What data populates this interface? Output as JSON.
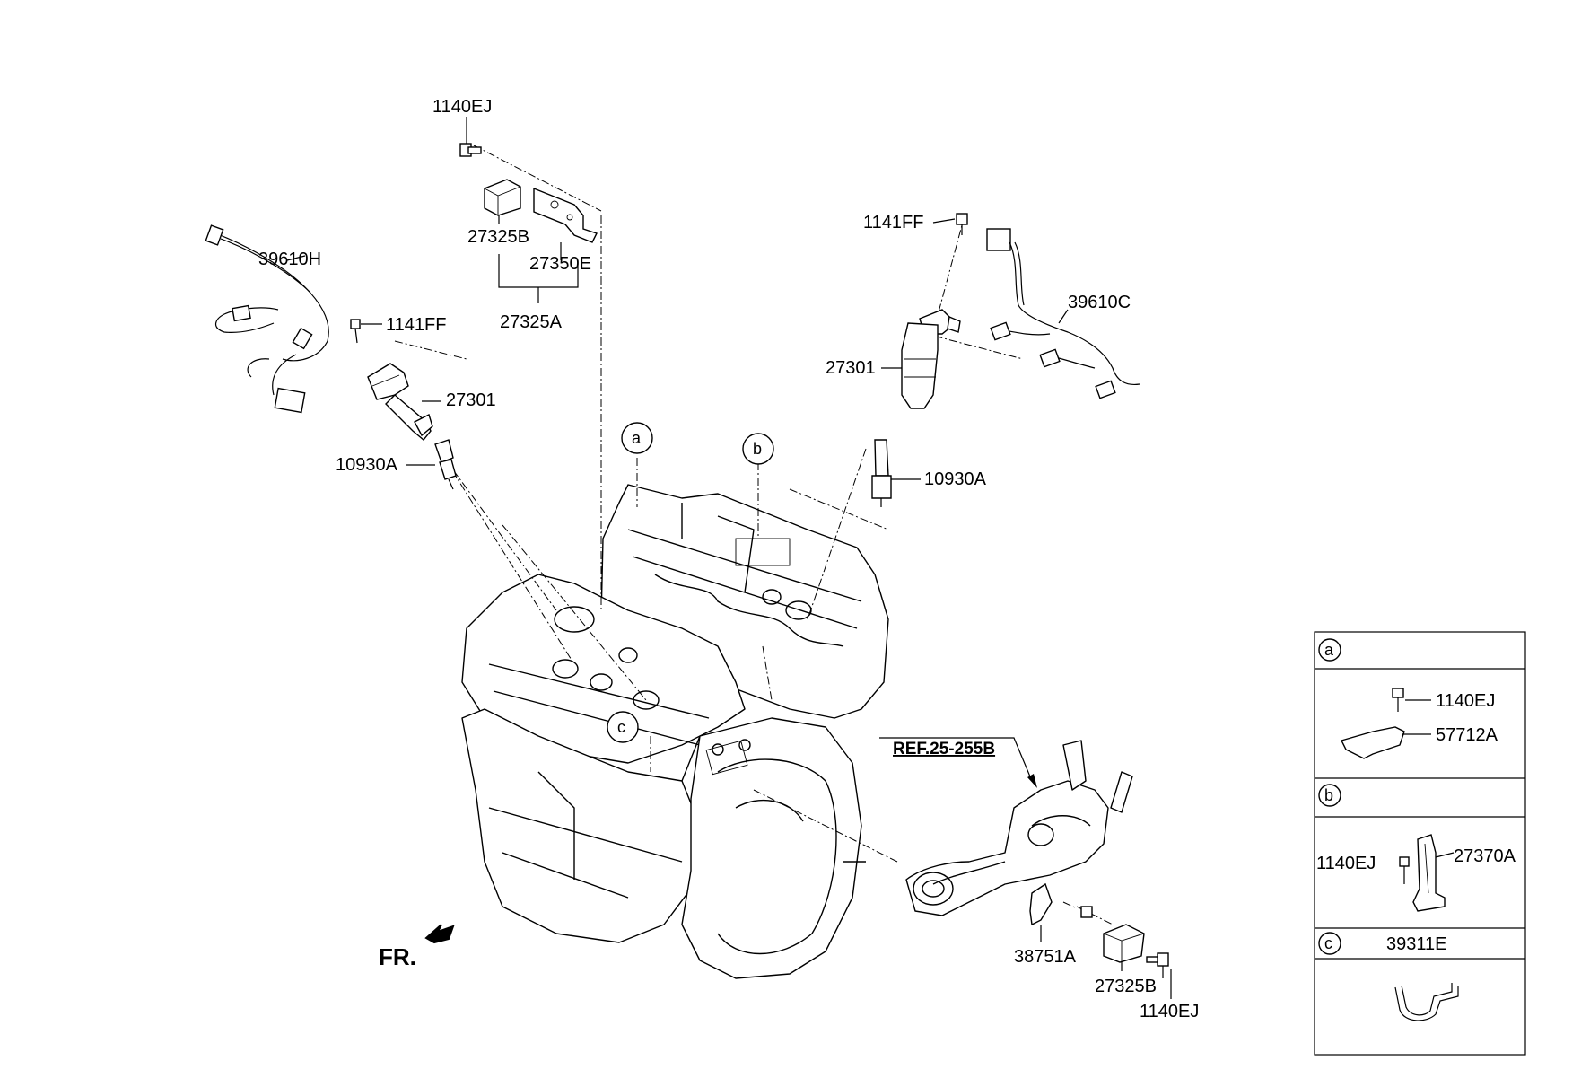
{
  "labels": {
    "top_bolt_1140EJ": "1140EJ",
    "top_27325B": "27325B",
    "top_27350E": "27350E",
    "top_27325A": "27325A",
    "left_39610H": "39610H",
    "left_1141FF": "1141FF",
    "left_27301": "27301",
    "left_10930A": "10930A",
    "right_1141FF": "1141FF",
    "right_39610C": "39610C",
    "right_27301": "27301",
    "right_10930A": "10930A",
    "ref": "REF.25-255B",
    "bottom_38751A": "38751A",
    "bottom_27325B": "27325B",
    "bottom_1140EJ": "1140EJ",
    "fr": "FR."
  },
  "callouts": {
    "a": "a",
    "b": "b",
    "c": "c"
  },
  "legend": {
    "a": {
      "letter": "a",
      "parts": [
        "1140EJ",
        "57712A"
      ]
    },
    "b": {
      "letter": "b",
      "parts": [
        "1140EJ",
        "27370A"
      ]
    },
    "c": {
      "letter": "c",
      "title": "39311E"
    }
  }
}
